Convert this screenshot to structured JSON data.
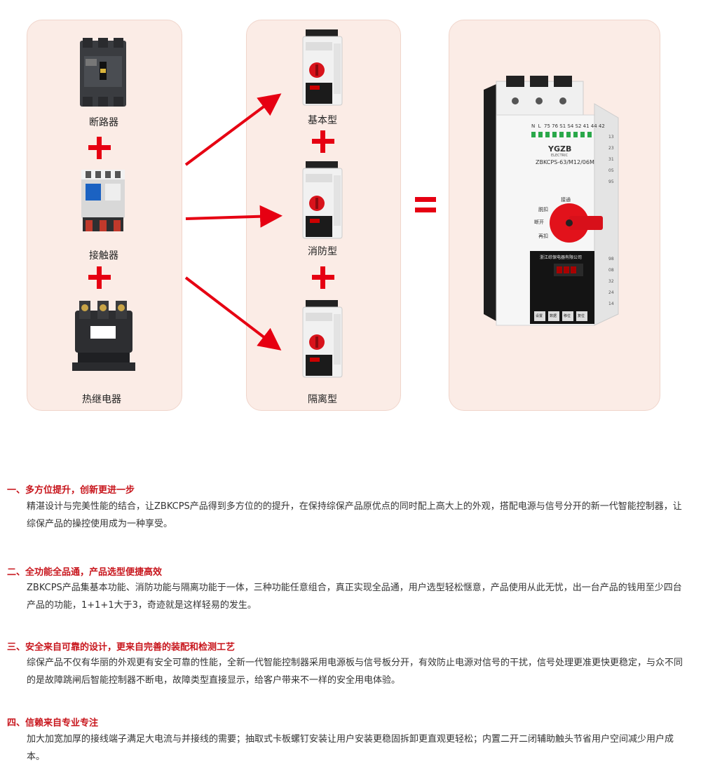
{
  "components": {
    "breaker_label": "断路器",
    "contactor_label": "接触器",
    "relay_label": "热继电器"
  },
  "types": {
    "basic_label": "基本型",
    "fire_label": "消防型",
    "isolation_label": "隔离型"
  },
  "product": {
    "brand": "YGZB",
    "brand_sub": "ELECTRIC",
    "model": "ZBKCPS-63/M12/06M",
    "terminals": "N  L  75 76 S1 S4 S2 41 44 42",
    "company": "浙江综保电器有限公司",
    "dial_labels": [
      "接通",
      "脱扣",
      "断开",
      "再扣"
    ],
    "side_codes": [
      "13",
      "23",
      "31",
      "05",
      "95"
    ],
    "side_codes_lower": [
      "98",
      "08",
      "32",
      "24",
      "14"
    ],
    "buttons": [
      "设置",
      "数据",
      "移位",
      "复位"
    ]
  },
  "sections": [
    {
      "title": "一、多方位提升，创新更进一步",
      "body": "精湛设计与完美性能的结合，让ZBKCPS产品得到多方位的的提升，在保持综保产品原优点的同时配上高大上的外观，搭配电源与信号分开的新一代智能控制器，让综保产品的操控使用成为一种享受。"
    },
    {
      "title": "二、全功能全品通，产品选型便捷高效",
      "body": "ZBKCPS产品集基本功能、消防功能与隔离功能于一体，三种功能任意组合，真正实现全品通，用户选型轻松惬意，产品使用从此无忧，出一台产品的钱用至少四台产品的功能，1+1+1大于3，奇迹就是这样轻易的发生。"
    },
    {
      "title": "三、安全来自可靠的设计，更来自完善的装配和检测工艺",
      "body": "综保产品不仅有华丽的外观更有安全可靠的性能，全新一代智能控制器采用电源板与信号板分开，有效防止电源对信号的干扰，信号处理更准更快更稳定，与众不同的是故障跳闸后智能控制器不断电，故障类型直接显示，给客户带来不一样的安全用电体验。"
    },
    {
      "title": "四、信赖来自专业专注",
      "body": "加大加宽加厚的接线端子满足大电流与并接线的需要；抽取式卡板螺钉安装让用户安装更稳固拆卸更直观更轻松；内置二开二闭辅助触头节省用户空间减少用户成本。"
    }
  ],
  "colors": {
    "accent": "#e60012",
    "title_red": "#c8161d",
    "panel_bg": "#fbece6"
  }
}
